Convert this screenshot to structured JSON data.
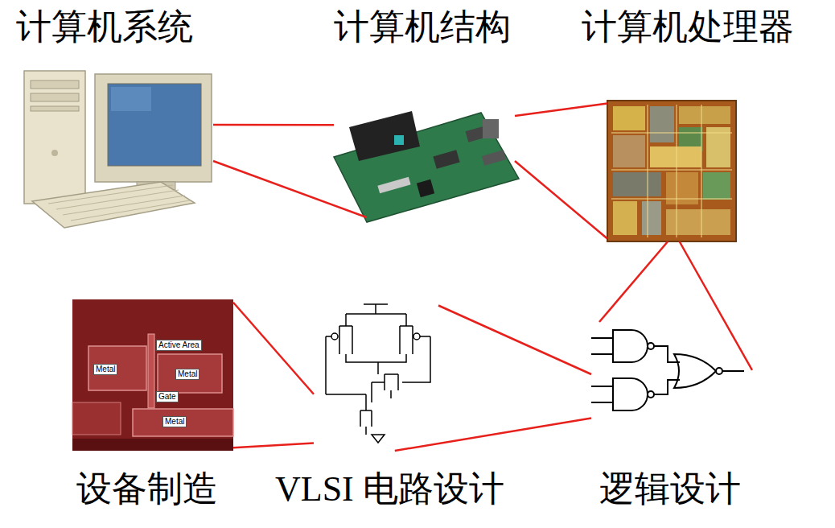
{
  "diagram": {
    "nodes": [
      {
        "text": [
          "计算机系统"
        ]
      },
      {
        "text": [
          "计算机结构"
        ]
      },
      {
        "text": [
          "计算机处理器"
        ]
      },
      {
        "text": [
          "设备制造"
        ]
      },
      {
        "text": [
          "VLSI 电路设计"
        ]
      },
      {
        "text": [
          "逻辑设计"
        ]
      }
    ],
    "edges": [
      {
        "from": 0,
        "to": 1,
        "arrow": "none"
      },
      {
        "from": 0,
        "to": 1,
        "arrow": "none"
      },
      {
        "from": 1,
        "to": 2,
        "arrow": "none"
      },
      {
        "from": 1,
        "to": 2,
        "arrow": "none"
      },
      {
        "from": 2,
        "to": 5,
        "arrow": "none"
      },
      {
        "from": 2,
        "to": 5,
        "arrow": "none"
      },
      {
        "from": 5,
        "to": 4,
        "arrow": "none"
      },
      {
        "from": 5,
        "to": 4,
        "arrow": "none"
      },
      {
        "from": 4,
        "to": 3,
        "arrow": "none"
      },
      {
        "from": 4,
        "to": 3,
        "arrow": "none"
      }
    ],
    "labels": [
      "Active Area",
      "Metal",
      "Metal",
      "Gate",
      "Metal"
    ]
  }
}
